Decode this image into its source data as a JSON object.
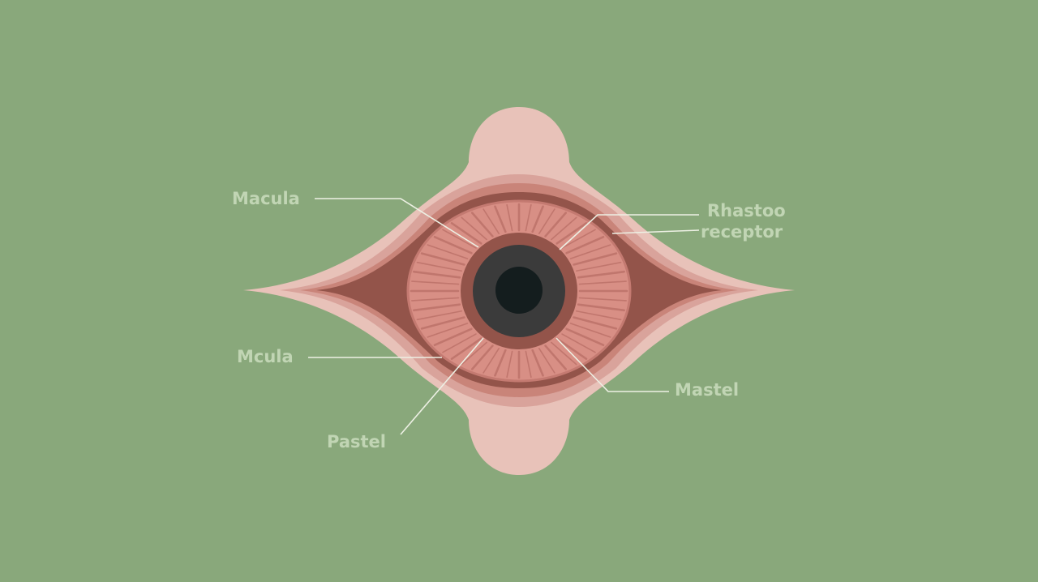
{
  "colors": {
    "background": "#89a87b",
    "outer_tissue": "#e8c2b9",
    "middle_tissue": "#d9a39b",
    "inner_tissue": "#c98479",
    "dark_ring": "#93544a",
    "iris": "#d88f85",
    "iris_fibers": "#b86e66",
    "pupil_ring": "#3b3b3b",
    "pupil": "#141d1e",
    "label_text": "#c1d5b4",
    "leader_line": "#edf0e4"
  },
  "labels": {
    "macula_top": "Macula",
    "rhastoo": "Rhastoo",
    "receptor": "receptor",
    "mcula": "Mcula",
    "mastel": "Mastel",
    "pastel": "Pastel"
  }
}
